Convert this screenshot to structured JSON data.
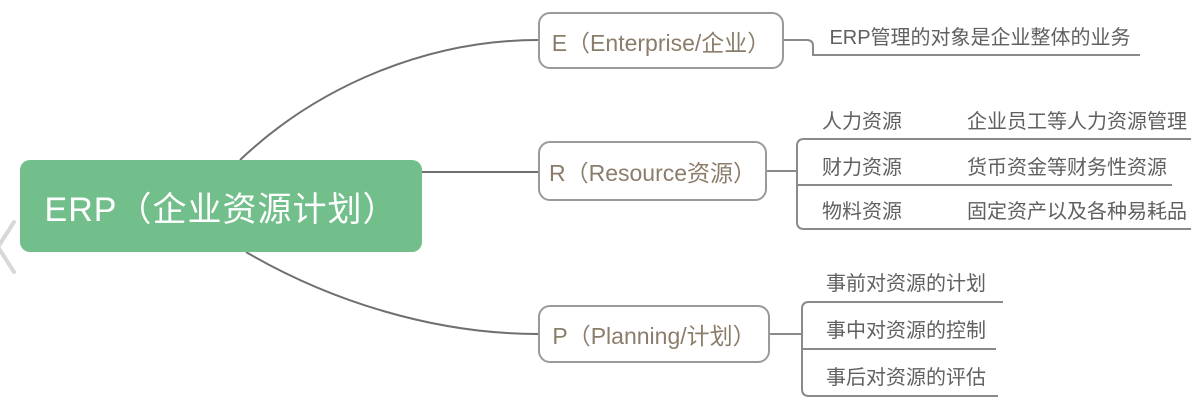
{
  "diagram": {
    "title": "ERP mind map",
    "root": {
      "label": "ERP（企业资源计划）"
    },
    "branches": [
      {
        "label": "E（Enterprise/企业）",
        "children": [
          {
            "label": "ERP管理的对象是企业整体的业务"
          }
        ]
      },
      {
        "label": "R（Resource资源）",
        "children": [
          {
            "label": "人力资源",
            "desc": "企业员工等人力资源管理"
          },
          {
            "label": "财力资源",
            "desc": "货币资金等财务性资源"
          },
          {
            "label": "物料资源",
            "desc": "固定资产以及各种易耗品"
          }
        ]
      },
      {
        "label": "P（Planning/计划）",
        "children": [
          {
            "label": "事前对资源的计划"
          },
          {
            "label": "事中对资源的控制"
          },
          {
            "label": "事后对资源的评估"
          }
        ]
      }
    ]
  },
  "colors": {
    "root_bg": "#72bf8c",
    "root_text": "#ffffff",
    "branch_border": "#9a9a9a",
    "branch_text": "#8b7d6b",
    "leaf_text": "#606060",
    "connector_line": "#6f6f6f",
    "underline": "#8a8a8a",
    "nav_chevron": "#d8d8d8"
  }
}
